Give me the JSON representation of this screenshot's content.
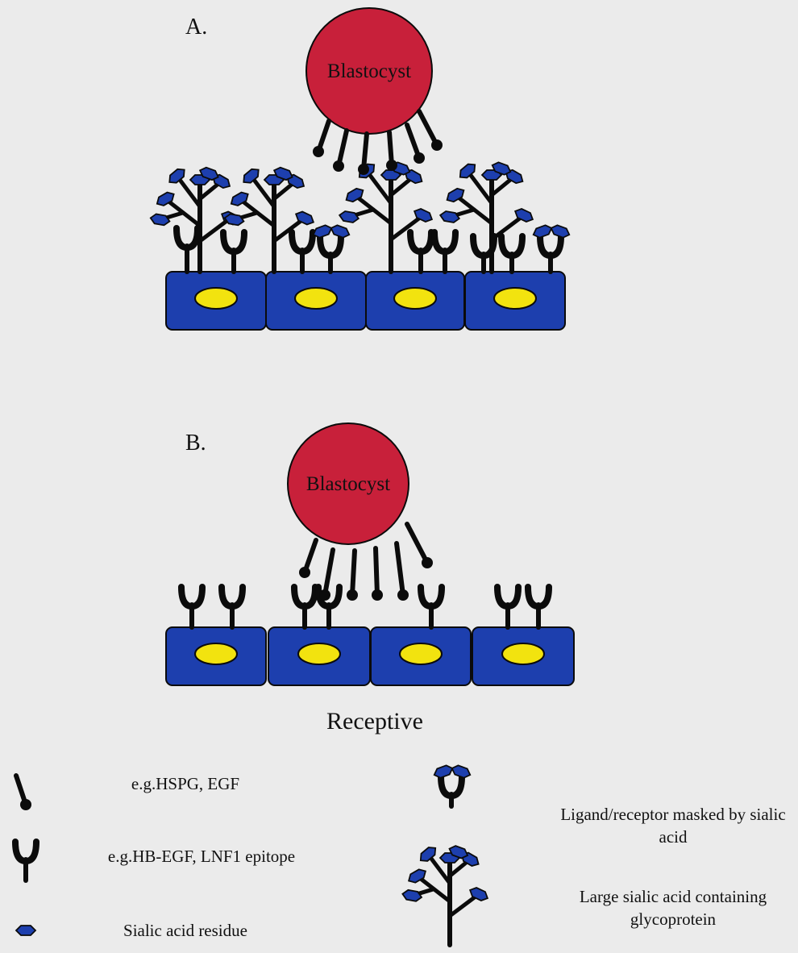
{
  "panels": [
    {
      "label": "A.",
      "blastocyst_label": "Blastocyst"
    },
    {
      "label": "B.",
      "blastocyst_label": "Blastocyst"
    }
  ],
  "caption": "Receptive",
  "legend": {
    "hspg": "e.g.HSPG, EGF",
    "hbegf": "e.g.HB-EGF, LNF1 epitope",
    "sialic": "Sialic acid residue",
    "masked": "Ligand/receptor masked by sialic acid",
    "glyco": "Large sialic acid containing glycoprotein"
  },
  "colors": {
    "blastocyst": "#c8203a",
    "cell": "#1d3fae",
    "nucleus": "#f2e30f",
    "sialic": "#1d3fae",
    "stroke": "#0b0b0b"
  }
}
